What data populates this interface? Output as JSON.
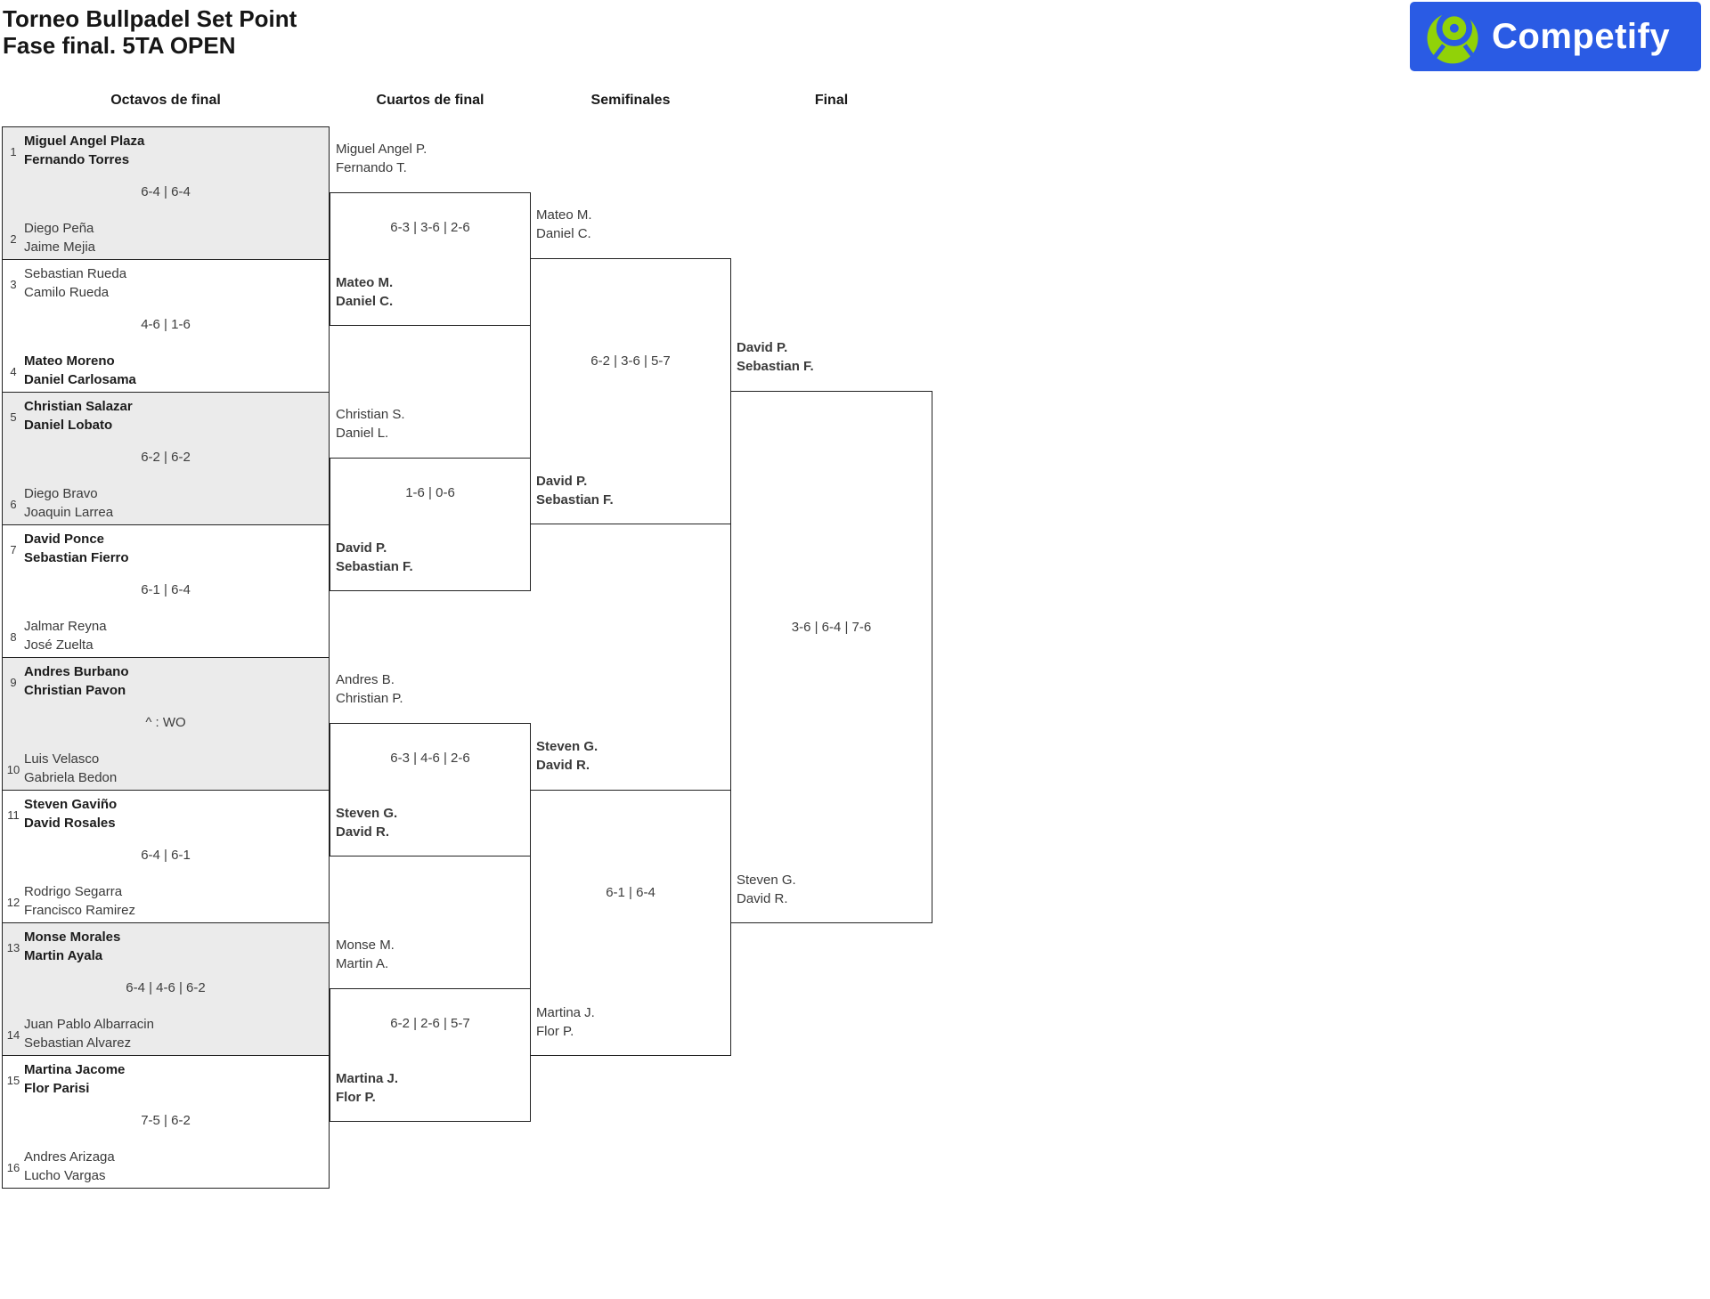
{
  "header": {
    "title": "Torneo Bullpadel Set Point",
    "subtitle": "Fase final. 5TA OPEN"
  },
  "logo": {
    "brand": "Competify",
    "icon": "person-in-circle-icon",
    "bg_color": "#2a5be4",
    "icon_color": "#91d208",
    "text_color": "#ffffff"
  },
  "colors": {
    "shaded_row": "#ebebeb",
    "bracket_line": "#222222",
    "winner_text": "#1c1c1c",
    "regular_text": "#3a3a3a"
  },
  "columns": [
    {
      "label": "Octavos de final"
    },
    {
      "label": "Cuartos de final"
    },
    {
      "label": "Semifinales"
    },
    {
      "label": "Final"
    }
  ],
  "octavos": [
    {
      "seed_top": "1",
      "team_top": [
        "Miguel Angel Plaza",
        "Fernando Torres"
      ],
      "top_winner": true,
      "score": "6-4 | 6-4",
      "seed_bottom": "2",
      "team_bottom": [
        "Diego Peña",
        "Jaime Mejia"
      ],
      "bottom_winner": false
    },
    {
      "seed_top": "3",
      "team_top": [
        "Sebastian Rueda",
        "Camilo Rueda"
      ],
      "top_winner": false,
      "score": "4-6 | 1-6",
      "seed_bottom": "4",
      "team_bottom": [
        "Mateo Moreno",
        "Daniel Carlosama"
      ],
      "bottom_winner": true
    },
    {
      "seed_top": "5",
      "team_top": [
        "Christian Salazar",
        "Daniel Lobato"
      ],
      "top_winner": true,
      "score": "6-2 | 6-2",
      "seed_bottom": "6",
      "team_bottom": [
        "Diego Bravo",
        "Joaquin Larrea"
      ],
      "bottom_winner": false
    },
    {
      "seed_top": "7",
      "team_top": [
        "David Ponce",
        "Sebastian Fierro"
      ],
      "top_winner": true,
      "score": "6-1 | 6-4",
      "seed_bottom": "8",
      "team_bottom": [
        "Jalmar Reyna",
        "José Zuelta"
      ],
      "bottom_winner": false
    },
    {
      "seed_top": "9",
      "team_top": [
        "Andres Burbano",
        "Christian Pavon"
      ],
      "top_winner": true,
      "score": "^ : WO",
      "seed_bottom": "10",
      "team_bottom": [
        "Luis Velasco",
        "Gabriela Bedon"
      ],
      "bottom_winner": false
    },
    {
      "seed_top": "11",
      "team_top": [
        "Steven Gaviño",
        "David Rosales"
      ],
      "top_winner": true,
      "score": "6-4 | 6-1",
      "seed_bottom": "12",
      "team_bottom": [
        "Rodrigo Segarra",
        "Francisco Ramirez"
      ],
      "bottom_winner": false
    },
    {
      "seed_top": "13",
      "team_top": [
        "Monse Morales",
        "Martin Ayala"
      ],
      "top_winner": true,
      "score": "6-4 | 4-6 | 6-2",
      "seed_bottom": "14",
      "team_bottom": [
        "Juan Pablo Albarracin",
        "Sebastian Alvarez"
      ],
      "bottom_winner": false
    },
    {
      "seed_top": "15",
      "team_top": [
        "Martina Jacome",
        "Flor Parisi"
      ],
      "top_winner": true,
      "score": "7-5 | 6-2",
      "seed_bottom": "16",
      "team_bottom": [
        "Andres Arizaga",
        "Lucho Vargas"
      ],
      "bottom_winner": false
    }
  ],
  "cuartos": [
    {
      "team_top": [
        "Miguel Angel P.",
        "Fernando T."
      ],
      "top_winner": false,
      "score": "6-3 | 3-6 | 2-6",
      "team_bottom": [
        "Mateo M.",
        "Daniel C."
      ],
      "bottom_winner": true
    },
    {
      "team_top": [
        "Christian S.",
        "Daniel L."
      ],
      "top_winner": false,
      "score": "1-6 | 0-6",
      "team_bottom": [
        "David P.",
        "Sebastian F."
      ],
      "bottom_winner": true
    },
    {
      "team_top": [
        "Andres B.",
        "Christian P."
      ],
      "top_winner": false,
      "score": "6-3 | 4-6 | 2-6",
      "team_bottom": [
        "Steven G.",
        "David R."
      ],
      "bottom_winner": true
    },
    {
      "team_top": [
        "Monse M.",
        "Martin A."
      ],
      "top_winner": false,
      "score": "6-2 | 2-6 | 5-7",
      "team_bottom": [
        "Martina J.",
        "Flor P."
      ],
      "bottom_winner": true
    }
  ],
  "semifinales": [
    {
      "team_top": [
        "Mateo M.",
        "Daniel C."
      ],
      "top_winner": false,
      "score": "6-2 | 3-6 | 5-7",
      "team_bottom": [
        "David P.",
        "Sebastian F."
      ],
      "bottom_winner": true
    },
    {
      "team_top": [
        "Steven G.",
        "David R."
      ],
      "top_winner": true,
      "score": "6-1 | 6-4",
      "team_bottom": [
        "Martina J.",
        "Flor P."
      ],
      "bottom_winner": false
    }
  ],
  "final": [
    {
      "team_top": [
        "David P.",
        "Sebastian F."
      ],
      "top_winner": true,
      "score": "3-6 | 6-4 | 7-6",
      "team_bottom": [
        "Steven G.",
        "David R."
      ],
      "bottom_winner": false
    }
  ]
}
